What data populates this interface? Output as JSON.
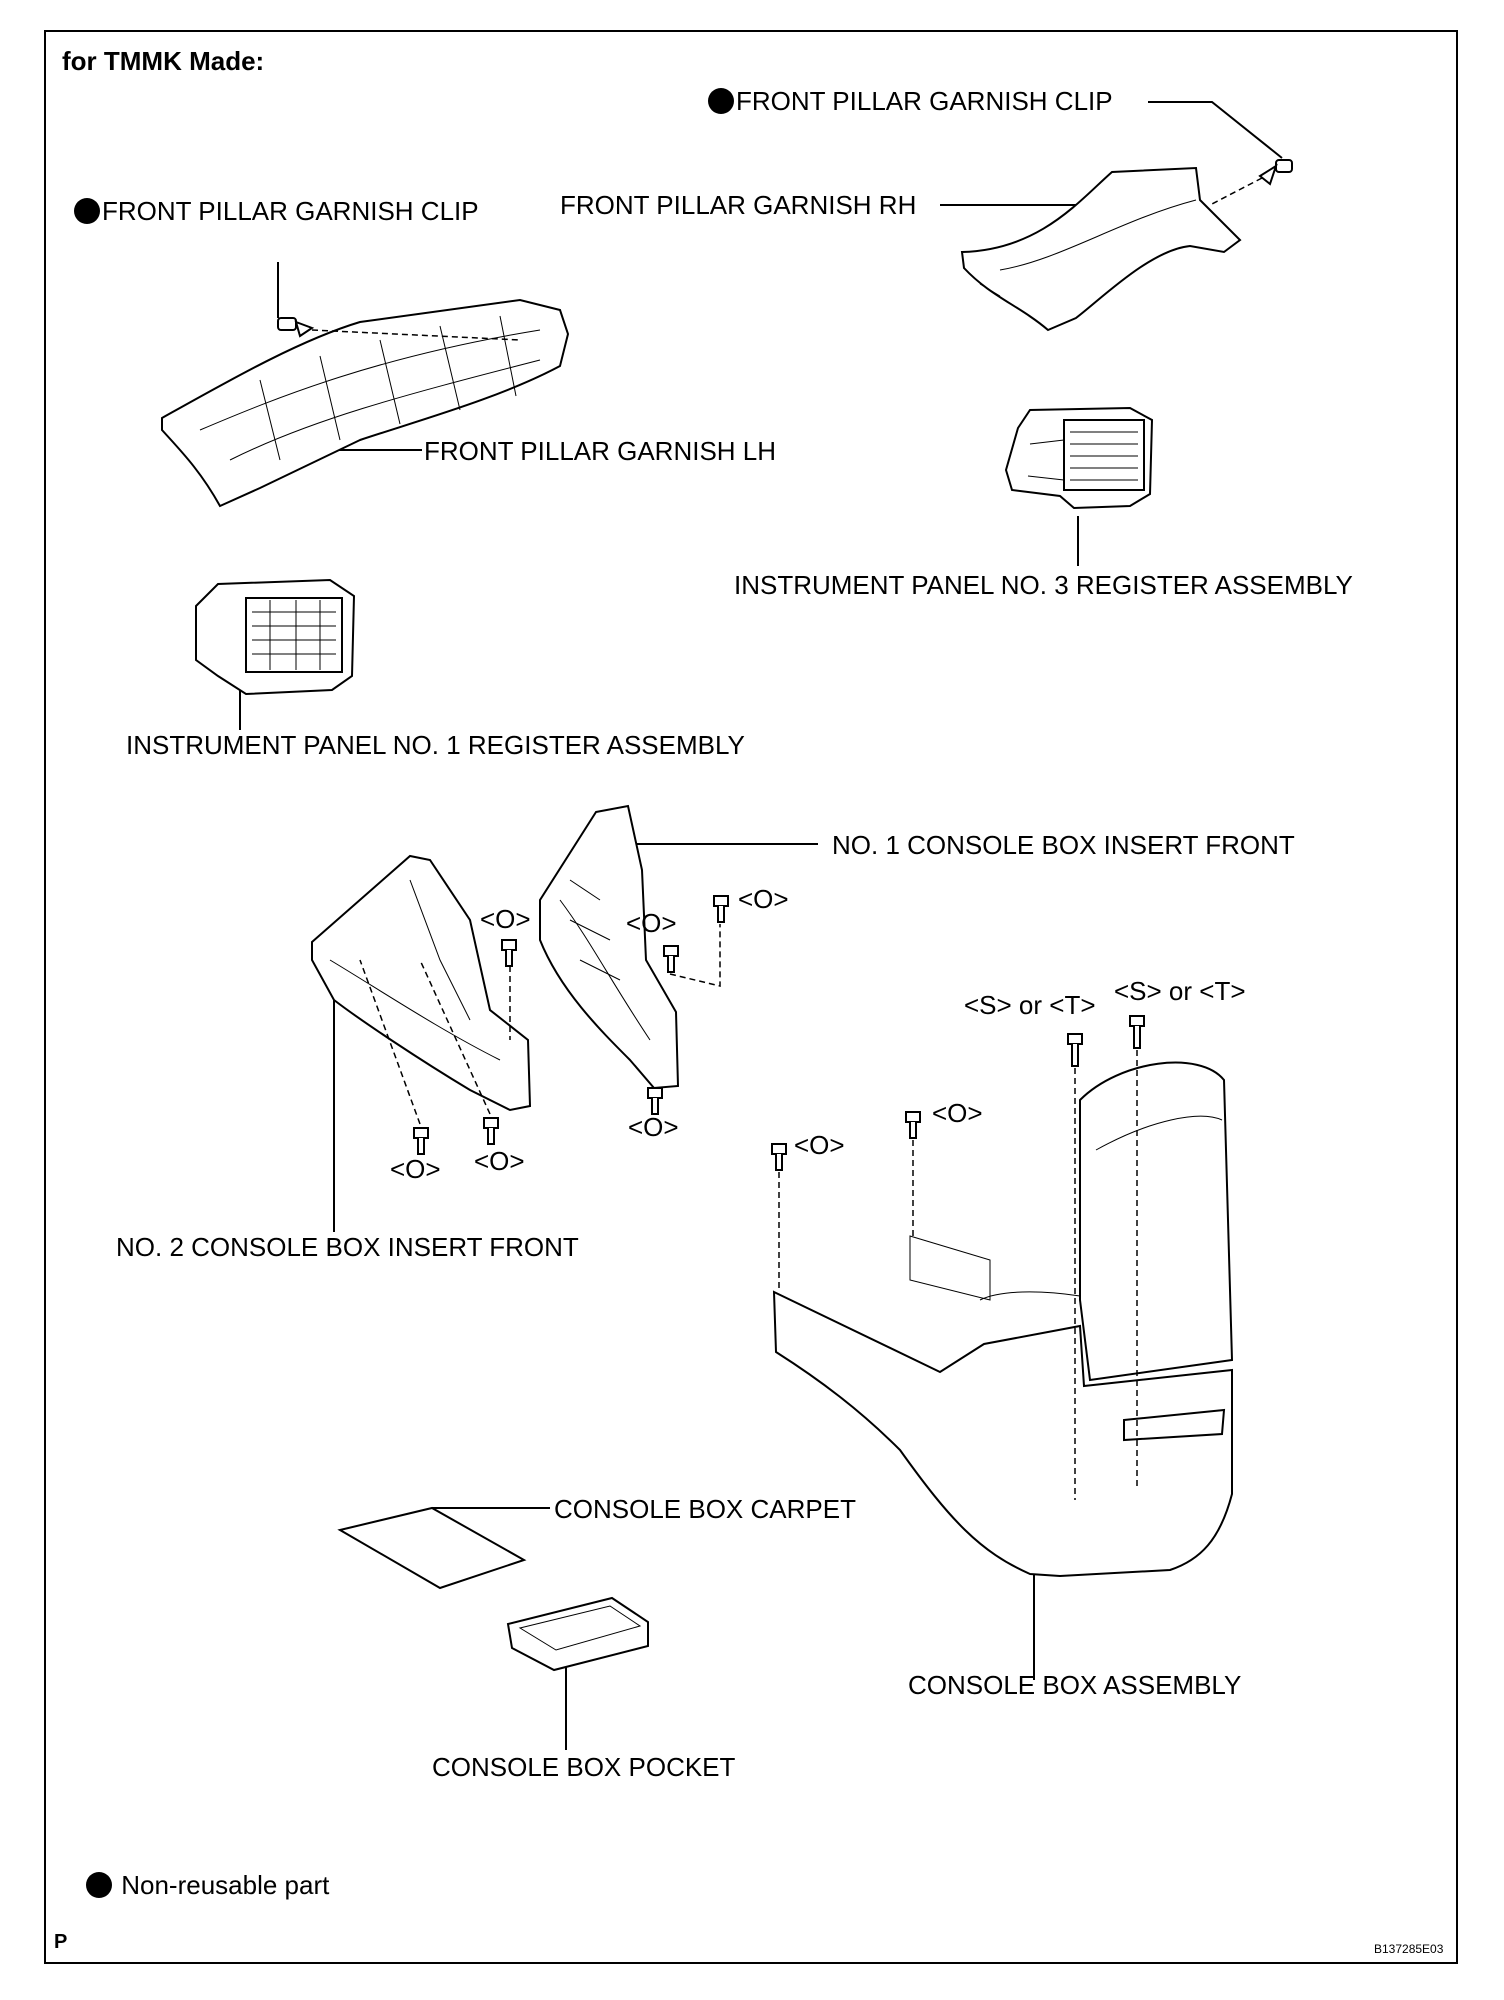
{
  "heading": "for TMMK Made:",
  "labels": {
    "clip_rh": "FRONT PILLAR GARNISH CLIP",
    "garnish_rh": "FRONT PILLAR GARNISH RH",
    "clip_lh": "FRONT PILLAR GARNISH CLIP",
    "garnish_lh": "FRONT PILLAR GARNISH LH",
    "register_no3": "INSTRUMENT PANEL NO. 3 REGISTER ASSEMBLY",
    "register_no1": "INSTRUMENT PANEL NO. 1 REGISTER ASSEMBLY",
    "insert_no1": "NO. 1 CONSOLE BOX INSERT FRONT",
    "insert_no2": "NO. 2 CONSOLE BOX INSERT FRONT",
    "console_carpet": "CONSOLE BOX CARPET",
    "console_assembly": "CONSOLE BOX ASSEMBLY",
    "console_pocket": "CONSOLE BOX POCKET"
  },
  "fasteners": {
    "o1": "<O>",
    "o2": "<O>",
    "o3": "<O>",
    "o4": "<O>",
    "o5": "<O>",
    "o6": "<O>",
    "o7": "<O>",
    "o8": "<O>",
    "st1": "<S> or <T>",
    "st2": "<S> or <T>"
  },
  "legend": {
    "non_reusable": "Non-reusable part"
  },
  "footer": {
    "page_mark": "P",
    "figure_code": "B137285E03"
  }
}
